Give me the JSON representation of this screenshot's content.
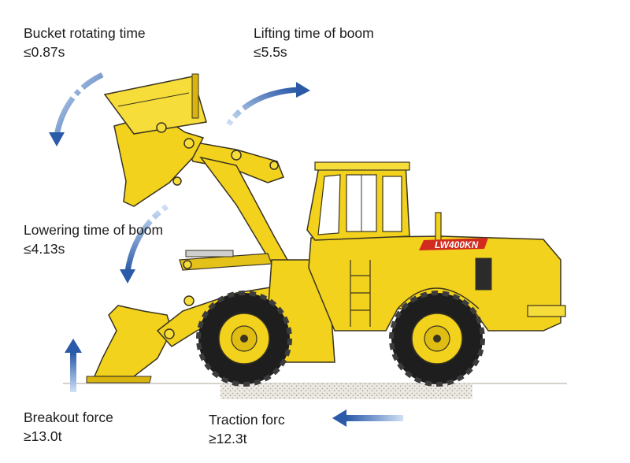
{
  "specs": {
    "bucket_rotating": {
      "label": "Bucket rotating time",
      "value": "≤0.87s"
    },
    "lifting_boom": {
      "label": "Lifting time of boom",
      "value": "≤5.5s"
    },
    "lowering_boom": {
      "label": "Lowering time of boom",
      "value": "≤4.13s"
    },
    "breakout": {
      "label": "Breakout force",
      "value": "≥13.0t"
    },
    "traction": {
      "label": "Traction forc",
      "value": "≥12.3t"
    }
  },
  "machine": {
    "model": "LW400KN"
  },
  "colors": {
    "body": "#f2d21c",
    "body_shade": "#d9b40e",
    "outline": "#3a3420",
    "tire": "#1e1e1e",
    "arrow_blue": "#2a5aa8",
    "arrow_light": "#a9c3e8",
    "badge_red": "#d12a1e"
  },
  "icons": {
    "arrows": [
      "curved-arrow-ccw-icon",
      "curved-arrow-cw-icon",
      "curved-arrow-down-icon",
      "up-arrow-icon",
      "left-arrow-icon"
    ]
  }
}
